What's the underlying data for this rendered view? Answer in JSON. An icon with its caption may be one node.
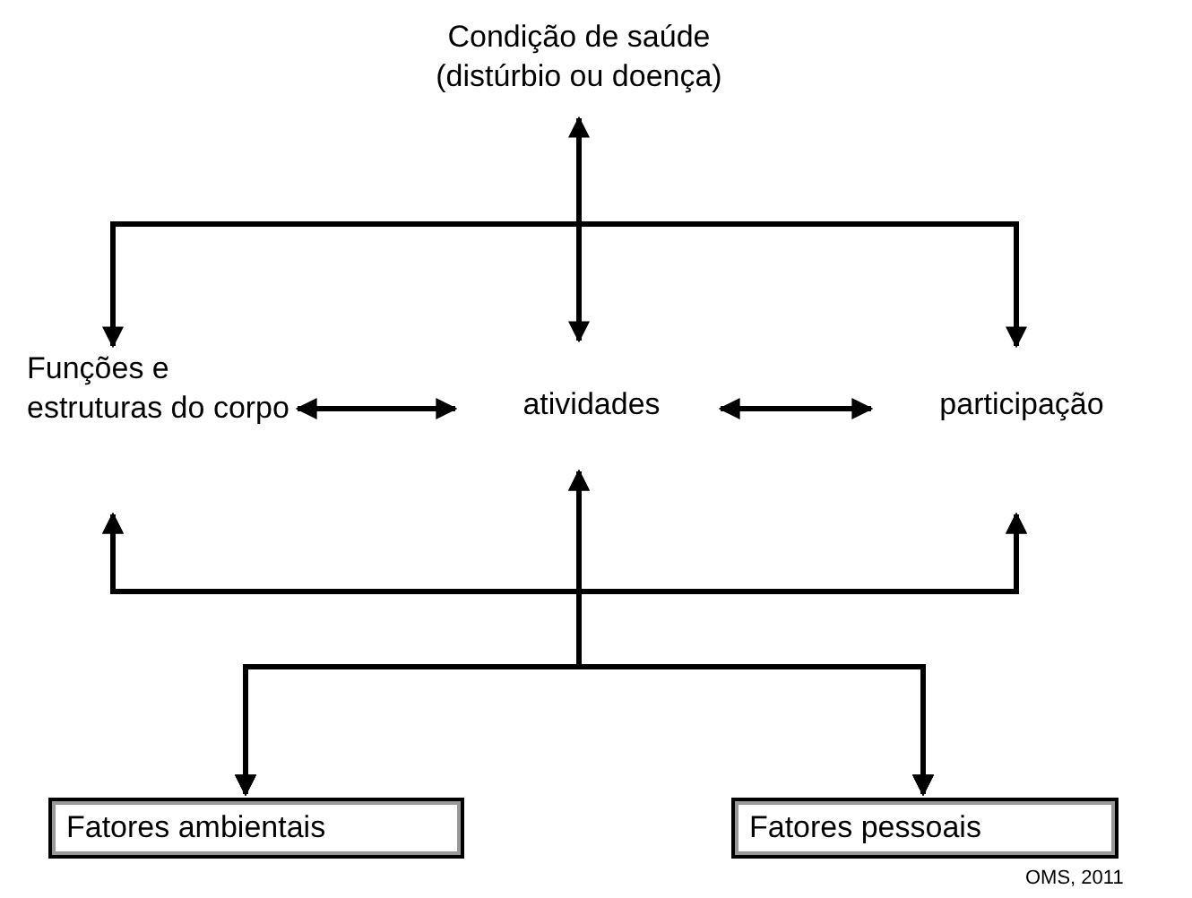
{
  "diagram": {
    "nodes": [
      {
        "text": [
          "Condição de saúde (distúrbio ou doença)"
        ]
      },
      {
        "text": [
          "Funções e estruturas do corpo"
        ]
      },
      {
        "text": [
          "atividades"
        ]
      },
      {
        "text": [
          "participação"
        ]
      },
      {
        "text": [
          "Fatores ambientais"
        ]
      },
      {
        "text": [
          "Fatores pessoais"
        ]
      }
    ],
    "edges": [
      {
        "from": 0,
        "to": 2,
        "arrow": "both"
      },
      {
        "from": 0,
        "to": 1,
        "arrow": "to"
      },
      {
        "from": 0,
        "to": 3,
        "arrow": "to"
      },
      {
        "from": 1,
        "to": 2,
        "arrow": "both"
      },
      {
        "from": 2,
        "to": 3,
        "arrow": "both"
      },
      {
        "from": 4,
        "to": 1,
        "arrow": "both"
      },
      {
        "from": 4,
        "to": 2,
        "arrow": "both"
      },
      {
        "from": 4,
        "to": 3,
        "arrow": "both"
      },
      {
        "from": 5,
        "to": 1,
        "arrow": "both"
      },
      {
        "from": 5,
        "to": 2,
        "arrow": "both"
      },
      {
        "from": 5,
        "to": 3,
        "arrow": "both"
      }
    ],
    "labels": [
      "OMS, 2011"
    ]
  }
}
